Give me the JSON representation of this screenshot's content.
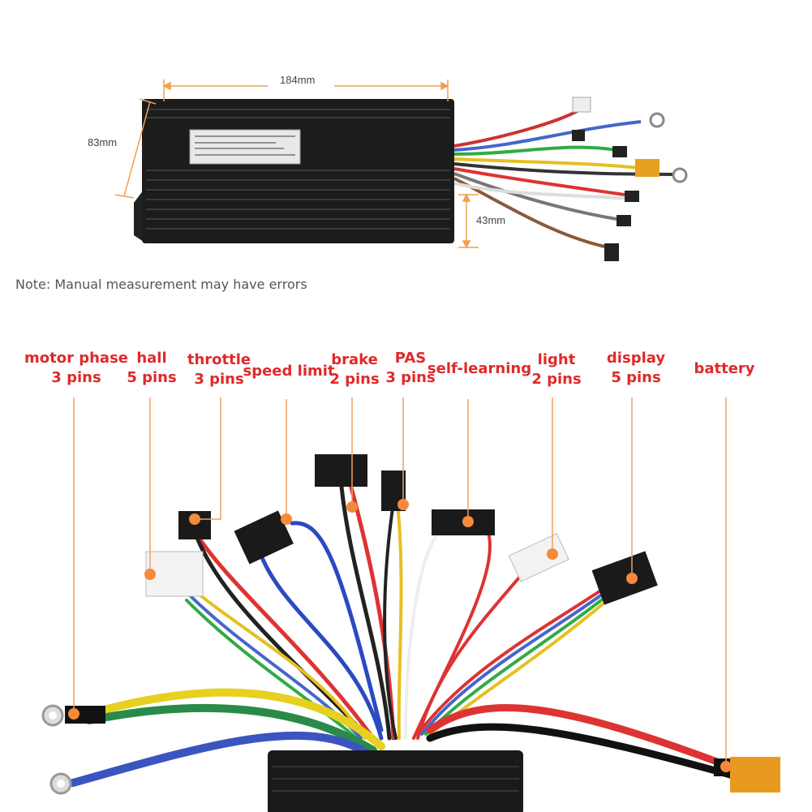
{
  "dimensions": {
    "length": "184mm",
    "width": "83mm",
    "height": "43mm"
  },
  "note": "Note: Manual measurement may have errors",
  "connectors": [
    {
      "name": "motor phase",
      "pins": "3 pins"
    },
    {
      "name": "hall",
      "pins": "5 pins"
    },
    {
      "name": "throttle",
      "pins": "3 pins"
    },
    {
      "name": "speed limit"
    },
    {
      "name": "brake",
      "pins": "2 pins"
    },
    {
      "name": "PAS",
      "pins": "3 pins"
    },
    {
      "name": "self-learning"
    },
    {
      "name": "light",
      "pins": "2 pins"
    },
    {
      "name": "display",
      "pins": "5 pins"
    },
    {
      "name": "battery"
    }
  ],
  "colors": {
    "label": "#e0292a",
    "leader": "#f0a060",
    "dimension": "#f0a050"
  }
}
